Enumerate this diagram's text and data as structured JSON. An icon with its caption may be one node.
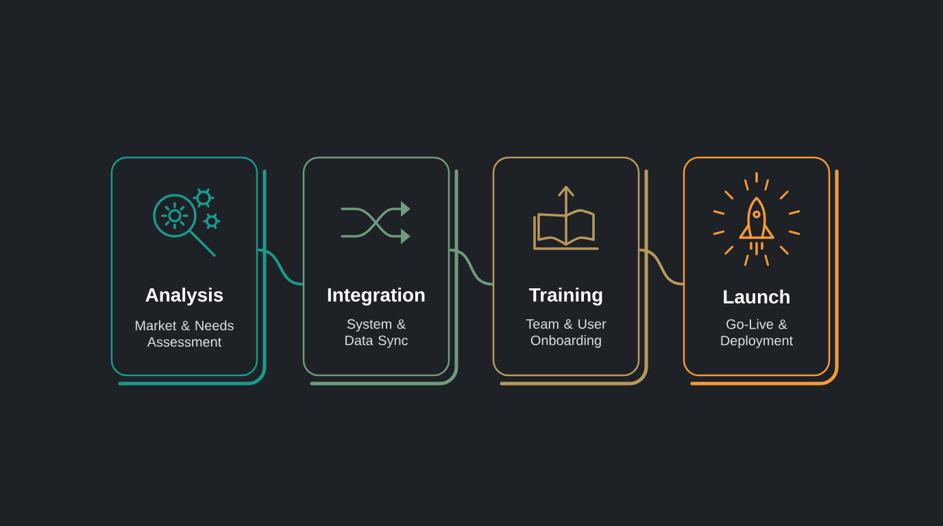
{
  "diagram": {
    "nodes": [
      {
        "text": [
          "Analysis",
          "Market & Needs Assessment"
        ]
      },
      {
        "text": [
          "Integration",
          "System & Data Sync"
        ]
      },
      {
        "text": [
          "Training",
          "Team & User Onboarding"
        ]
      },
      {
        "text": [
          "Launch",
          "Go-Live & Deployment"
        ]
      }
    ],
    "edges": [
      {
        "from": 0,
        "to": 1,
        "arrow": "none",
        "color": "#1a9a8c"
      },
      {
        "from": 1,
        "to": 2,
        "arrow": "none",
        "color": "#6e9c7e"
      },
      {
        "from": 2,
        "to": 3,
        "arrow": "none",
        "color": "#b99a5c"
      }
    ]
  }
}
